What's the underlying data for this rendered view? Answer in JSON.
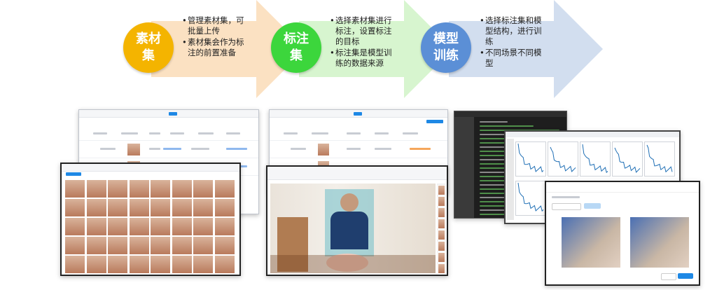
{
  "steps": [
    {
      "title": "素材集",
      "color": "#f4b400",
      "arrow_color": "#fbe1c2",
      "bullets": [
        "管理素材集，可批量上传",
        "素材集会作为标注的前置准备"
      ]
    },
    {
      "title": "标注集",
      "color": "#3cd63c",
      "arrow_color": "#d7f5cf",
      "bullets": [
        "选择素材集进行标注，设置标注的目标",
        "标注集是模型训练的数据来源"
      ]
    },
    {
      "title": "模型训练",
      "color": "#5b8fd6",
      "arrow_color": "#d2deef",
      "bullets": [
        "选择标注集和模型结构，进行训练",
        "不同场景不同模型"
      ]
    }
  ]
}
